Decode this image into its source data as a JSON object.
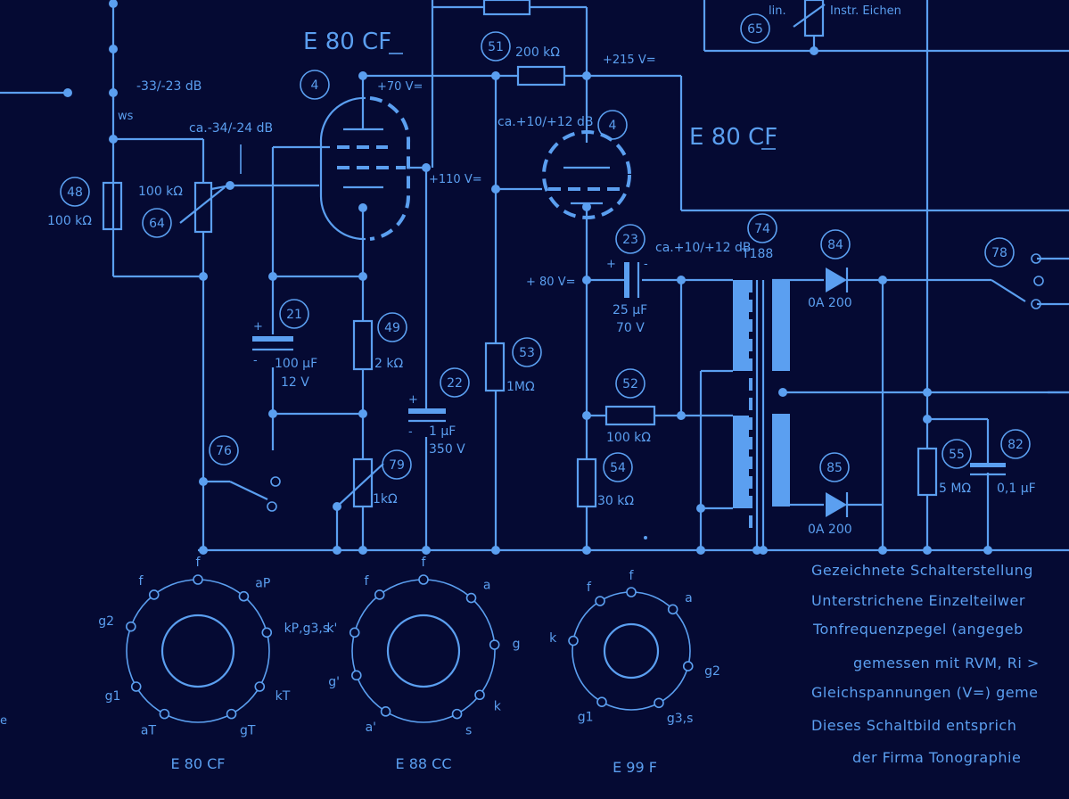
{
  "tubes": {
    "main_left": "E 80 CF",
    "main_right": "E 80 CF"
  },
  "levels": {
    "l1": "-33/-23 dB",
    "l2": "ca.-34/-24 dB",
    "l3": "ca.+10/+12 dB",
    "l4": "ca.+10/+12 dB",
    "ws": "ws"
  },
  "voltages": {
    "v70": "+70 V=",
    "v110": "+110 V=",
    "v215": "+215 V=",
    "v80": "+ 80 V="
  },
  "parts": {
    "p48": {
      "num": "48",
      "val": "100 kΩ"
    },
    "p64": {
      "num": "64",
      "val": "100 kΩ"
    },
    "p4a": {
      "num": "4"
    },
    "p4b": {
      "num": "4"
    },
    "p51": {
      "num": "51",
      "val": "200 kΩ"
    },
    "p21": {
      "num": "21",
      "val1": "100 µF",
      "val2": "12 V"
    },
    "p49": {
      "num": "49",
      "val": "2 kΩ"
    },
    "p22": {
      "num": "22",
      "val1": "1 µF",
      "val2": "350 V"
    },
    "p53": {
      "num": "53",
      "val": "1MΩ"
    },
    "p23": {
      "num": "23",
      "val1": "25 µF",
      "val2": "70 V"
    },
    "p52": {
      "num": "52",
      "val": "100 kΩ"
    },
    "p54": {
      "num": "54",
      "val": "30 kΩ"
    },
    "p74": {
      "num": "74",
      "val": "T188"
    },
    "p84": {
      "num": "84",
      "val": "0A 200"
    },
    "p85": {
      "num": "85",
      "val": "0A 200"
    },
    "p78": {
      "num": "78"
    },
    "p76": {
      "num": "76"
    },
    "p79": {
      "num": "79",
      "val": "1kΩ"
    },
    "p55": {
      "num": "55",
      "val": "5 MΩ"
    },
    "p82": {
      "num": "82",
      "val": "0,1 µF"
    },
    "p65": {
      "num": "65",
      "lin": "lin.",
      "label": "Instr. Eichen"
    }
  },
  "sockets": [
    {
      "name": "E 80 CF",
      "pins": [
        "f",
        "aP",
        "kP,g3,s",
        "kT",
        "gT",
        "aT",
        "g1",
        "g2",
        "f"
      ]
    },
    {
      "name": "E 88 CC",
      "pins": [
        "f",
        "a",
        "g",
        "k",
        "s",
        "a'",
        "g'",
        "k'",
        "f"
      ]
    },
    {
      "name": "E 99 F",
      "pins": [
        "f",
        "a",
        "g2",
        "g3,s",
        "g1",
        "k",
        "f"
      ]
    }
  ],
  "notes": [
    "Gezeichnete Schalterstellung",
    "Unterstrichene Einzelteilwer",
    "Tonfrequenzpegel (angegeb",
    "gemessen mit RVM, Ri >",
    "Gleichspannungen (V=) geme",
    "Dieses Schaltbild entsprich",
    "der Firma Tonographie"
  ],
  "edge_char": "e"
}
